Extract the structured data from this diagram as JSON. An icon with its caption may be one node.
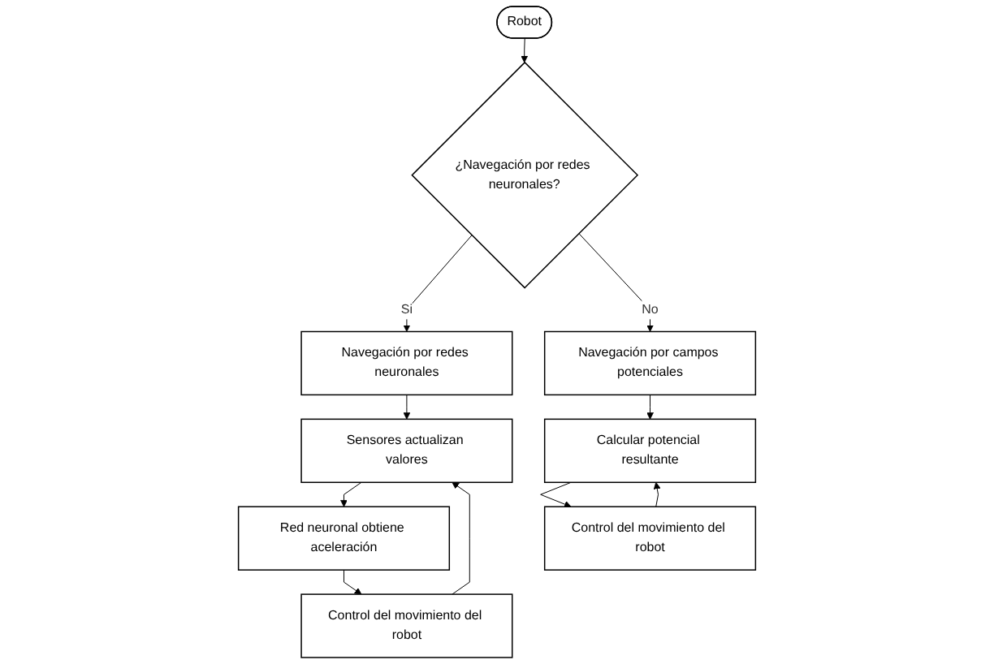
{
  "diagram": {
    "nodes": [
      {
        "text": [
          "Robot"
        ]
      },
      {
        "text": [
          "¿Navegación por redes neuronales?"
        ]
      },
      {
        "text": [
          "Navegación por redes neuronales"
        ]
      },
      {
        "text": [
          "Sensores actualizan valores"
        ]
      },
      {
        "text": [
          "Red neuronal obtiene aceleración"
        ]
      },
      {
        "text": [
          "Control del movimiento del robot"
        ]
      },
      {
        "text": [
          "Navegación por campos potenciales"
        ]
      },
      {
        "text": [
          "Calcular potencial resultante"
        ]
      },
      {
        "text": [
          "Control del movimiento del robot"
        ]
      }
    ],
    "edges": [
      {
        "from": 0,
        "to": 1,
        "arrow": "to"
      },
      {
        "from": 1,
        "to": 2,
        "label": "Si",
        "arrow": "to"
      },
      {
        "from": 2,
        "to": 3,
        "arrow": "to"
      },
      {
        "from": 3,
        "to": 4,
        "arrow": "to"
      },
      {
        "from": 4,
        "to": 5,
        "arrow": "to"
      },
      {
        "from": 5,
        "to": 3,
        "arrow": "to"
      },
      {
        "from": 1,
        "to": 6,
        "label": "No",
        "arrow": "to"
      },
      {
        "from": 6,
        "to": 7,
        "arrow": "to"
      },
      {
        "from": 7,
        "to": 8,
        "arrow": "to"
      },
      {
        "from": 8,
        "to": 7,
        "arrow": "to"
      }
    ]
  }
}
